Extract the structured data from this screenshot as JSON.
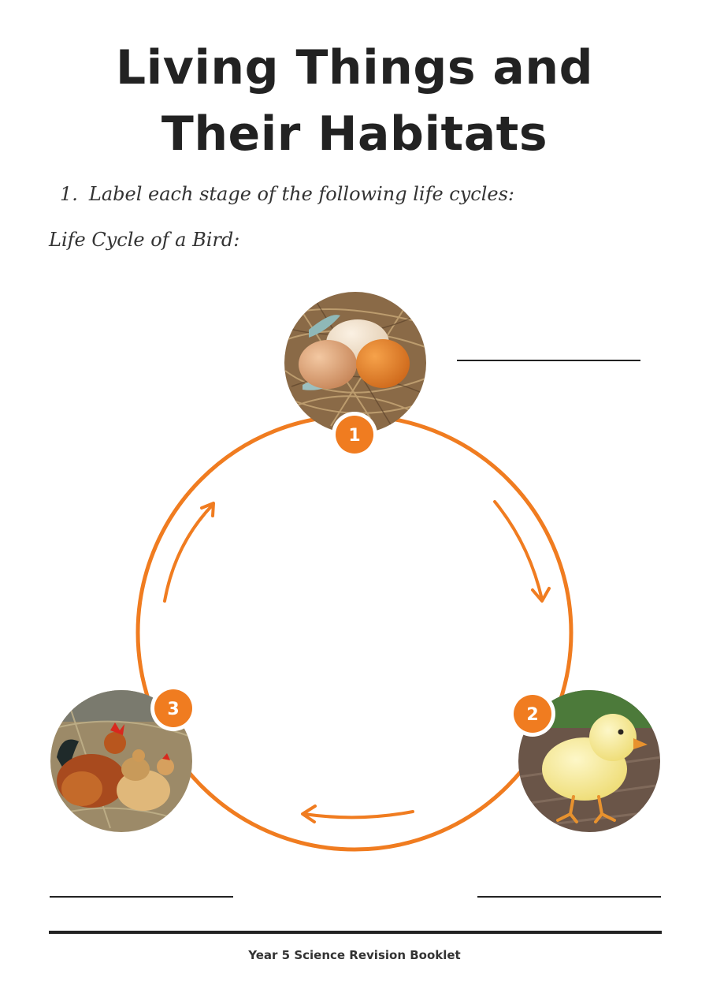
{
  "page": {
    "title_line1": "Living Things and",
    "title_line2": "Their Habitats",
    "question_number": "1.",
    "question_text": "Label each stage of the following life cycles:",
    "subheading": "Life Cycle of a Bird:",
    "footer": "Year 5 Science Revision Booklet"
  },
  "diagram": {
    "accent_color": "#f07c20",
    "stages": [
      {
        "number": "1",
        "image": "eggs-in-nest"
      },
      {
        "number": "2",
        "image": "chick"
      },
      {
        "number": "3",
        "image": "adult-chickens"
      }
    ]
  }
}
